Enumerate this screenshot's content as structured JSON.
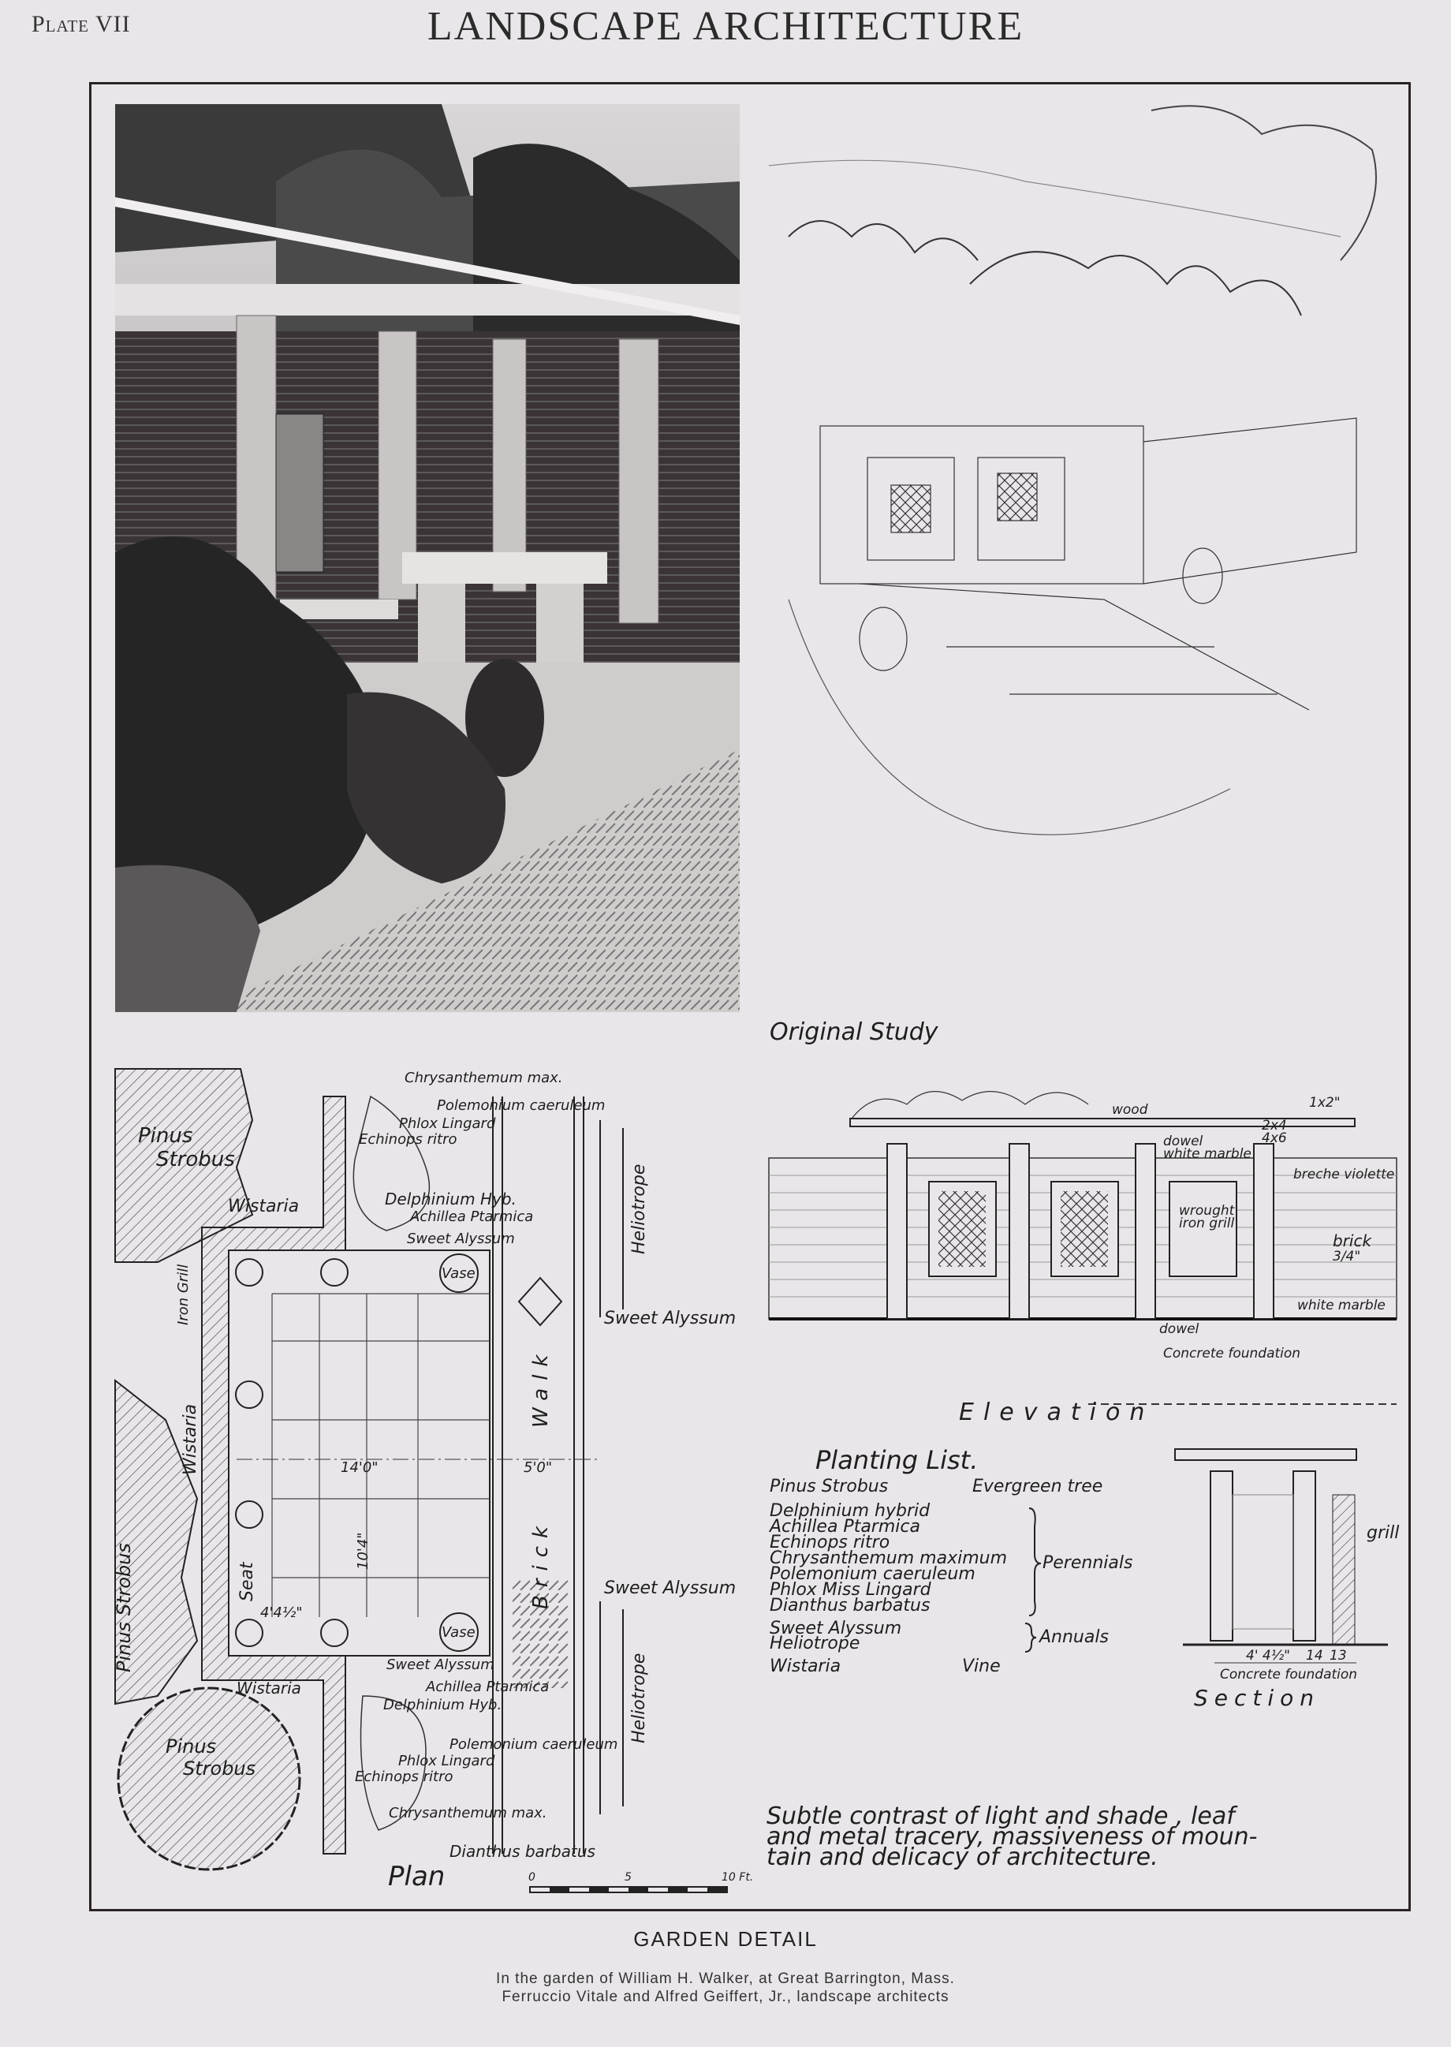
{
  "header": {
    "plate": "Plate VII",
    "title": "LANDSCAPE ARCHITECTURE"
  },
  "study": {
    "label": "Original Study"
  },
  "elevation": {
    "title": "Elevation",
    "labels": {
      "wood": "wood",
      "one_by_two": "1x2\"",
      "two_by_four": "2x4",
      "four_by_six": "4x6",
      "dowel_top": "dowel",
      "white_marble_top": "white marble",
      "breche": "breche violette",
      "wrought": "wrought",
      "iron_grill": "iron grill",
      "brick": "brick",
      "brick_dim": "3/4\"",
      "white_marble_bottom": "white marble",
      "dowel_bottom": "dowel",
      "foundation": "Concrete foundation"
    }
  },
  "section": {
    "title": "Section",
    "grill": "grill",
    "foundation": "Concrete foundation",
    "dim_a": "4' 4½\"",
    "dim_b": "14",
    "dim_c": "13"
  },
  "planting_list": {
    "title": "Planting List.",
    "tree": {
      "name": "Pinus Strobus",
      "type": "Evergreen tree"
    },
    "perennials": [
      "Delphinium hybrid",
      "Achillea Ptarmica",
      "Echinops ritro",
      "Chrysanthemum maximum",
      "Polemonium caeruleum",
      "Phlox Miss Lingard",
      "Dianthus barbatus"
    ],
    "perennials_label": "Perennials",
    "annuals": [
      "Sweet Alyssum",
      "Heliotrope"
    ],
    "annuals_label": "Annuals",
    "vine": {
      "name": "Wistaria",
      "type": "Vine"
    }
  },
  "plan": {
    "title": "Plan",
    "top": {
      "chrysanthemum": "Chrysanthemum max.",
      "polemonium": "Polemonium caeruleum",
      "phlox": "Phlox Lingard",
      "echinops": "Echinops ritro",
      "wistaria": "Wistaria",
      "delphinium": "Delphinium Hyb.",
      "achillea": "Achillea Ptarmica",
      "alyssum": "Sweet Alyssum",
      "vase": "Vase",
      "heliotrope": "Heliotrope",
      "iron_grill": "Iron Grill",
      "alyssum_right": "Sweet Alyssum",
      "pinus": "Pinus",
      "strobus": "Strobus"
    },
    "middle": {
      "wistaria": "Wistaria",
      "walk": "Walk",
      "brick": "Brick",
      "seat": "Seat",
      "dim_14": "14'0\"",
      "dim_5": "5'0\"",
      "dim_10": "10'4\"",
      "dim_44": "4'4½\"",
      "pinus_strobus": "Pinus Strobus"
    },
    "bottom": {
      "vase": "Vase",
      "alyssum": "Sweet Alyssum",
      "alyssum_right": "Sweet Alyssum",
      "wistaria": "Wistaria",
      "achillea": "Achillea Ptarmica",
      "delphinium": "Delphinium Hyb.",
      "polemonium": "Polemonium caeruleum",
      "phlox": "Phlox Lingard",
      "echinops": "Echinops ritro",
      "chrysanthemum": "Chrysanthemum max.",
      "dianthus": "Dianthus barbatus",
      "heliotrope": "Heliotrope",
      "pinus": "Pinus",
      "strobus": "Strobus"
    },
    "scale": {
      "zero": "0",
      "five": "5",
      "ten": "10 Ft."
    }
  },
  "note": [
    "Subtle contrast of light and shade , leaf",
    "and metal tracery, massiveness of moun-",
    "tain and delicacy of architecture."
  ],
  "caption": {
    "title": "GARDEN DETAIL",
    "line1": "In the garden of William H. Walker, at Great Barrington, Mass.",
    "line2": "Ferruccio Vitale and Alfred Geiffert, Jr., landscape architects"
  }
}
